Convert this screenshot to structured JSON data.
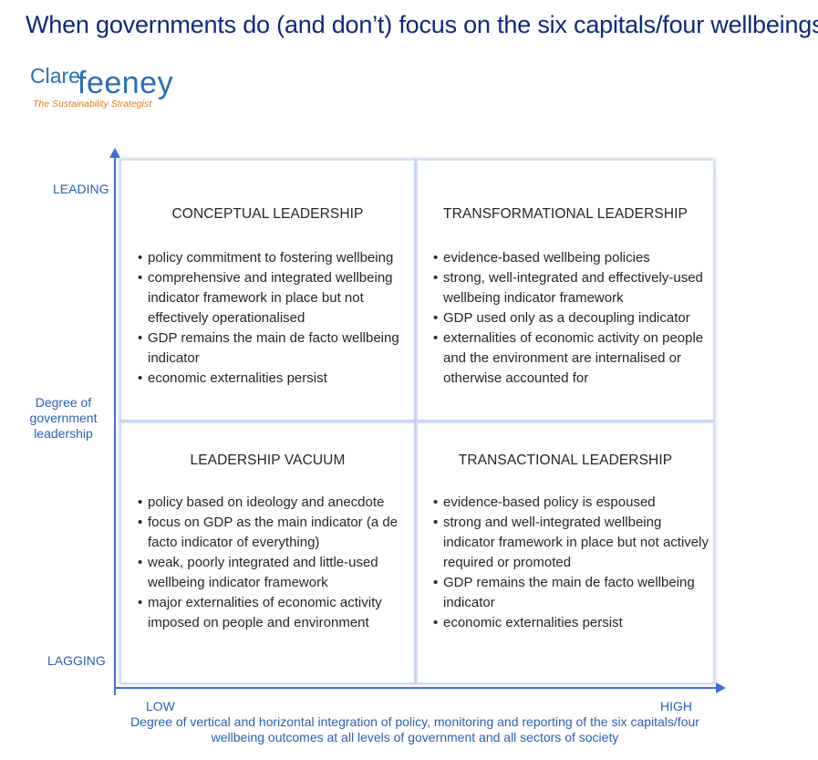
{
  "title": "When governments do (and don’t) focus on the six capitals/four wellbeings",
  "logo": {
    "clare": "Clare",
    "feeney": "feeney",
    "tagline": "The Sustainability Strategist"
  },
  "y_axis": {
    "top_label": "LEADING",
    "bottom_label": "LAGGING",
    "title": "Degree of government leadership"
  },
  "x_axis": {
    "left_label": "LOW",
    "right_label": "HIGH",
    "title": "Degree of vertical and horizontal integration of policy, monitoring and reporting of the six capitals/four wellbeing outcomes at all levels of government and all sectors of society"
  },
  "quadrants": {
    "top_left": {
      "heading": "CONCEPTUAL LEADERSHIP",
      "items": [
        "policy commitment to fostering wellbeing",
        "comprehensive and integrated wellbeing indicator framework in place but not effectively operationalised",
        "GDP remains the main de facto wellbeing indicator",
        "economic externalities persist"
      ]
    },
    "top_right": {
      "heading": "TRANSFORMATIONAL LEADERSHIP",
      "items": [
        "evidence-based wellbeing policies",
        "strong, well-integrated and effectively-used wellbeing indicator framework",
        "GDP used only as a decoupling indicator",
        "externalities of economic activity on people and the environment are internalised or otherwise accounted for"
      ]
    },
    "bottom_left": {
      "heading": "LEADERSHIP VACUUM",
      "items": [
        "policy based on ideology and anecdote",
        "focus on GDP as the main indicator (a de facto indicator of everything)",
        "weak, poorly integrated and little-used wellbeing indicator framework",
        "major externalities of economic activity imposed on people and environment"
      ]
    },
    "bottom_right": {
      "heading": "TRANSACTIONAL LEADERSHIP",
      "items": [
        "evidence-based policy is espoused",
        "strong and well-integrated wellbeing indicator framework in place but not actively required or promoted",
        "GDP remains the main de facto wellbeing indicator",
        "economic externalities persist"
      ]
    }
  },
  "colors": {
    "title": "#0e2a78",
    "axis": "#3f6fd6",
    "axis_text": "#2a5fb4",
    "logo_blue": "#2a6fb3",
    "logo_orange": "#e07a1f"
  }
}
